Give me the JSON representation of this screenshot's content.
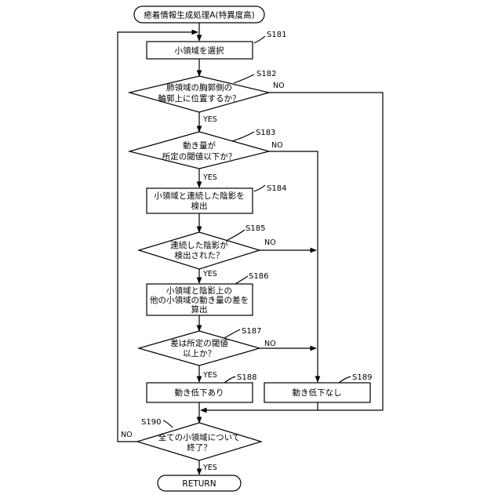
{
  "diagram": {
    "start": "癒着情報生成処理A(特異度高)",
    "end": "RETURN",
    "steps": {
      "s181": {
        "label": "S181",
        "text": [
          "小領域を選択"
        ]
      },
      "s182": {
        "label": "S182",
        "text": [
          "肺領域の胸郭側の",
          "輪郭上に位置するか？"
        ]
      },
      "s183": {
        "label": "S183",
        "text": [
          "動き量が",
          "所定の閾値以下か？"
        ]
      },
      "s184": {
        "label": "S184",
        "text": [
          "小領域と連続した陰影を",
          "検出"
        ]
      },
      "s185": {
        "label": "S185",
        "text": [
          "連続した陰影が",
          "検出された？"
        ]
      },
      "s186": {
        "label": "S186",
        "text": [
          "小領域と陰影上の",
          "他の小領域の動き量の差を",
          "算出"
        ]
      },
      "s187": {
        "label": "S187",
        "text": [
          "差は所定の閾値",
          "以上か？"
        ]
      },
      "s188": {
        "label": "S188",
        "text": [
          "動き低下あり"
        ]
      },
      "s189": {
        "label": "S189",
        "text": [
          "動き低下なし"
        ]
      },
      "s190": {
        "label": "S190",
        "text": [
          "全ての小領域について",
          "終了？"
        ]
      }
    },
    "yes": "YES",
    "no": "NO"
  }
}
